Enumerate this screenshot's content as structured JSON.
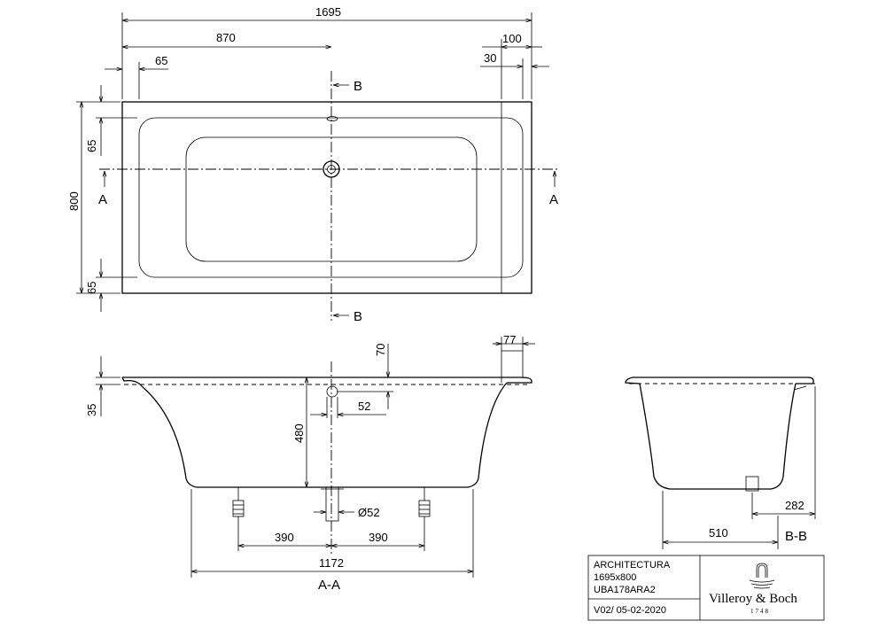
{
  "top_view": {
    "dim_total_length": "1695",
    "dim_drain_offset": "870",
    "dim_left_rim": "65",
    "dim_right_rim_100": "100",
    "dim_right_rim_30": "30",
    "dim_width": "800",
    "dim_rim_top": "65",
    "dim_rim_bottom": "65",
    "section_a_left": "A",
    "section_a_right": "A",
    "section_b_top": "B",
    "section_b_bottom": "B"
  },
  "section_aa": {
    "dim_overflow_70": "70",
    "dim_ledge_77": "77",
    "dim_rim_35": "35",
    "dim_depth_480": "480",
    "dim_overflow_52": "52",
    "dim_drain_diameter": "Ø52",
    "dim_foot_left_390": "390",
    "dim_foot_right_390": "390",
    "dim_base_length": "1172",
    "title": "A-A"
  },
  "section_bb": {
    "dim_282": "282",
    "dim_510": "510",
    "title": "B-B"
  },
  "title_block": {
    "product": "ARCHITECTURA",
    "size": "1695x800",
    "code": "UBA178ARA2",
    "version": "V02/ 05-02-2020",
    "brand": "Villeroy & Boch",
    "brand_year": "1748"
  }
}
